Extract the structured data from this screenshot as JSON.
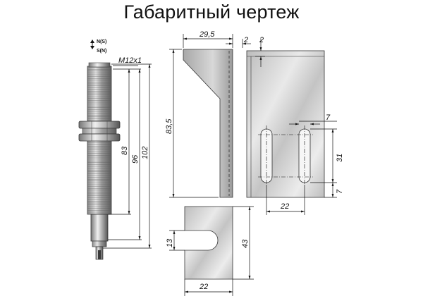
{
  "title": "Габаритный чертеж",
  "sensor": {
    "poles": {
      "north": "N(S)",
      "south": "S(N)"
    },
    "thread": "M12x1",
    "dims": {
      "body": "83",
      "mid": "96",
      "total": "102"
    }
  },
  "bracket": {
    "side": {
      "width": "29,5",
      "thickness": "2",
      "height": "83,5"
    },
    "front": {
      "top_gap": "2",
      "slot_width": "7",
      "slot_length": "31",
      "slot_bottom": "7",
      "slot_spacing": "22"
    }
  },
  "plate": {
    "slot": "13",
    "height": "43",
    "width": "22"
  }
}
